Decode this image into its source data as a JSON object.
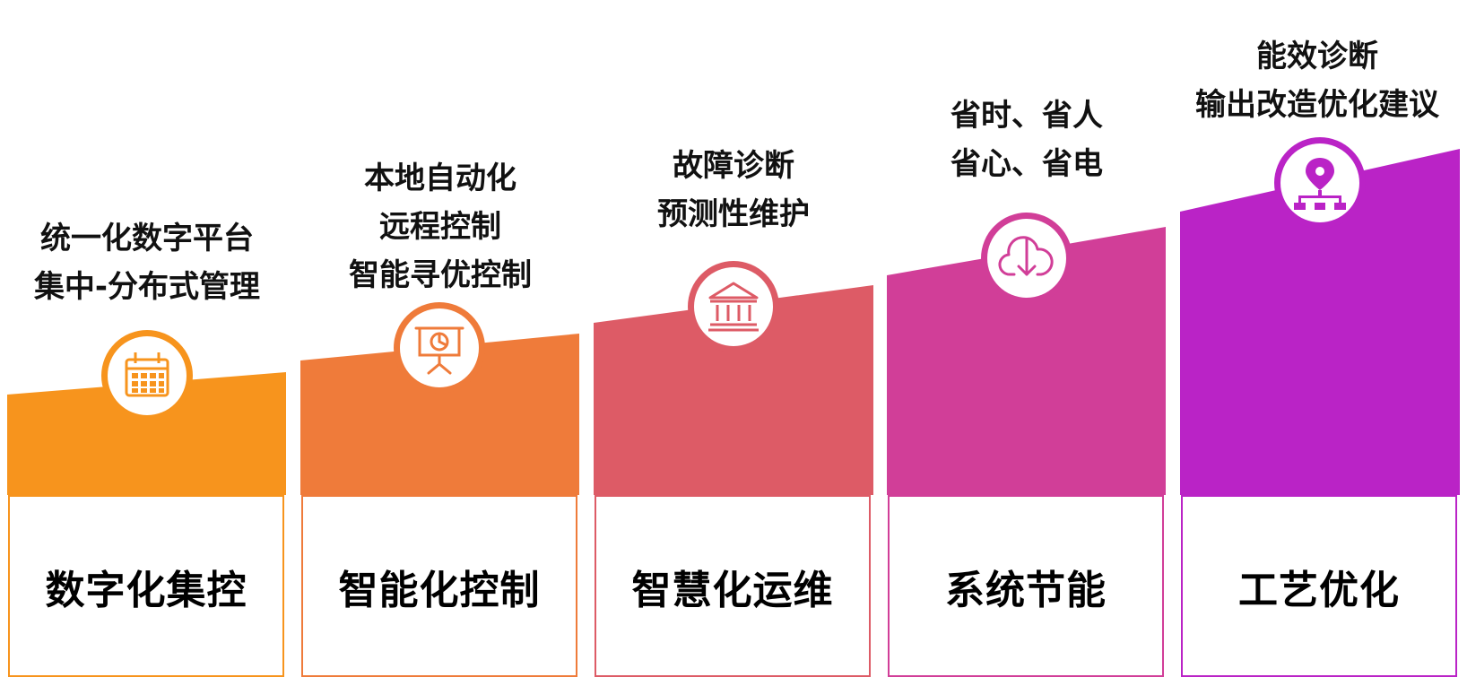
{
  "stages": [
    {
      "title": "数字化集控",
      "desc": [
        "统一化数字平台",
        "集中-分布式管理"
      ],
      "color": "#F7941D",
      "icon": "calendar-icon"
    },
    {
      "title": "智能化控制",
      "desc": [
        "本地自动化",
        "远程控制",
        "智能寻优控制"
      ],
      "color": "#EF7B3A",
      "icon": "presentation-board-icon"
    },
    {
      "title": "智慧化运维",
      "desc": [
        "故障诊断",
        "预测性维护"
      ],
      "color": "#DD5B66",
      "icon": "bank-building-icon"
    },
    {
      "title": "系统节能",
      "desc": [
        "省时、省人",
        "省心、省电"
      ],
      "color": "#D13E98",
      "icon": "cloud-download-icon"
    },
    {
      "title": "工艺优化",
      "desc": [
        "能效诊断",
        "输出改造优化建议"
      ],
      "color": "#BA23C6",
      "icon": "location-network-icon"
    }
  ]
}
